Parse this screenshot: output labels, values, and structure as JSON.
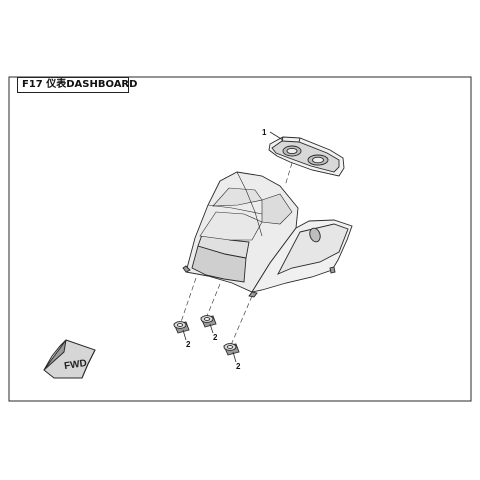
{
  "sheet": {
    "title": "F17 仪表DASHBOARD"
  },
  "callouts": [
    {
      "id": "p1",
      "label": "1",
      "part": "instrument-cluster"
    },
    {
      "id": "p2a",
      "label": "2",
      "part": "grommet"
    },
    {
      "id": "p2b",
      "label": "2",
      "part": "grommet"
    },
    {
      "id": "p2c",
      "label": "2",
      "part": "grommet"
    }
  ],
  "direction_marker": {
    "text": "FWD",
    "icon": "fwd-arrow-icon"
  },
  "colors": {
    "line": "#2a2a2a",
    "fill_light": "#f2f2f2",
    "fill_mid": "#d8d8d8",
    "fill_dark": "#9a9a9a"
  }
}
